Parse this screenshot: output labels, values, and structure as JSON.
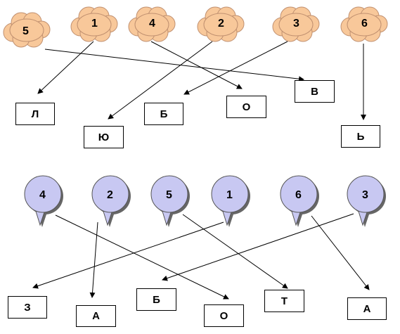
{
  "colors": {
    "cloud_fill": "#f8c89a",
    "bubble_fill": "#c8c8f2",
    "line": "#000000"
  },
  "top_puzzle": {
    "clouds": [
      {
        "label": "5"
      },
      {
        "label": "1"
      },
      {
        "label": "4"
      },
      {
        "label": "2"
      },
      {
        "label": "3"
      },
      {
        "label": "6"
      }
    ],
    "letters": [
      {
        "label": "Л"
      },
      {
        "label": "Ю"
      },
      {
        "label": "Б"
      },
      {
        "label": "О"
      },
      {
        "label": "В"
      },
      {
        "label": "Ь"
      }
    ]
  },
  "bottom_puzzle": {
    "bubbles": [
      {
        "label": "4"
      },
      {
        "label": "2"
      },
      {
        "label": "5"
      },
      {
        "label": "1"
      },
      {
        "label": "6"
      },
      {
        "label": "3"
      }
    ],
    "letters": [
      {
        "label": "З"
      },
      {
        "label": "А"
      },
      {
        "label": "Б"
      },
      {
        "label": "О"
      },
      {
        "label": "Т"
      },
      {
        "label": "А"
      }
    ]
  }
}
